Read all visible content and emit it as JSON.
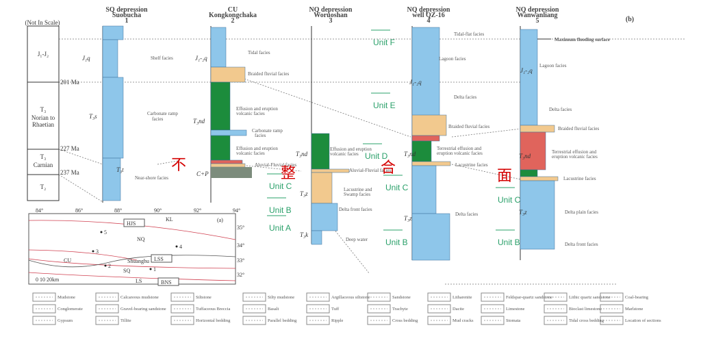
{
  "figure_label_b": "(b)",
  "scale_note": "(Not In Scale)",
  "time_scale": {
    "intervals": [
      "J₁-J₂",
      "T₃",
      "Norian to",
      "Rhaetian",
      "T₃",
      "Carnian",
      "T₂"
    ],
    "ages": [
      "201 Ma",
      "227 Ma",
      "237 Ma"
    ]
  },
  "columns": [
    {
      "region": "SQ depression",
      "name": "Suobucha",
      "number": "1"
    },
    {
      "region": "CU",
      "name": "Kongkongchaka",
      "number": "2"
    },
    {
      "region": "NQ depression",
      "name": "Woruoshan",
      "number": "3"
    },
    {
      "region": "NQ depression",
      "name": "well QZ-16",
      "number": "4"
    },
    {
      "region": "NQ depression",
      "name": "Wanwanliang",
      "number": "5"
    }
  ],
  "formations": [
    "J₁q",
    "T₃s",
    "T₃t",
    "J₁-₂q",
    "T₃nd",
    "C+P",
    "T₃nd",
    "T₃z",
    "T₃k",
    "J₁-₂q",
    "T₃nd",
    "T₃z",
    "J₁-₂q",
    "T₃nd",
    "T₃z"
  ],
  "facies": [
    "Shelf facies",
    "Carbonate ramp",
    "facies",
    "Near-shore facies",
    "Tidal facies",
    "Braided fluvial facies",
    "Effusion and eruption",
    "volcanic  facies",
    "Carbonate ramp",
    "facies",
    "Effusion and eruption",
    "volcanic  facies",
    "Aluvial-Fluvial facies",
    "Effusion and eruption",
    "volcanic  facies",
    "Aluvial-Fluvial facies",
    "Lacustrine and",
    "Swamp facies",
    "Delta front facies",
    "Deep water",
    "Tidal-flat facies",
    "Lagoon facies",
    "Delta facies",
    "Braided fluvial facies",
    "Terrestrial effusion and",
    "eruption volcanic  facies",
    "Lacustrine facies",
    "Delta  facies",
    "Maximum flooding surface",
    "Lagoon facies",
    "Delta facies",
    "Braided fluvial facies",
    "Terrestrial effusion and",
    "eruption volcanic  facies",
    "Lacustrine facies",
    "Delta plain facies",
    "Delta front facies"
  ],
  "units": [
    "Unit F",
    "Unit E",
    "Unit D",
    "Unit C",
    "Unit C",
    "Unit B",
    "Unit A",
    "Unit B",
    "Unit C",
    "Unit B"
  ],
  "overlay_characters": [
    "不",
    "整",
    "合",
    "面"
  ],
  "map": {
    "label": "(a)",
    "lon_ticks": [
      "84°",
      "86°",
      "88°",
      "90°",
      "92°",
      "94°"
    ],
    "lat_ticks": [
      "35°",
      "34°",
      "33°",
      "32°"
    ],
    "boxed_labels": [
      "HJS",
      "LSS",
      "BNS"
    ],
    "regions": [
      "KL",
      "NQ",
      "CU",
      "SQ",
      "LS"
    ],
    "sites": [
      "1",
      "2",
      "3",
      "4",
      "5"
    ],
    "town": "Shuanghu",
    "scale_bar": "0  10  20km"
  },
  "legend": [
    "Mudstone",
    "Calcareous mudstone",
    "Siltstone",
    "Silty mudstone",
    "Argillaceous siltstone",
    "Sandstone",
    "Litharenite",
    "Feldspar-quartz sandstone",
    "Lithic quartz sandstone",
    "Coal-bearing",
    "Conglomerate",
    "Gravel-bearing sandstone",
    "Tuffaceous Breccia",
    "Basalt",
    "Tuff",
    "Trachyte",
    "Dacite",
    "Limestone",
    "Bioclast limestone",
    "Marlstone",
    "Gypsum",
    "Tillite",
    "Horizontal bedding",
    "Parallel bedding",
    "Ripple",
    "Cross bedding",
    "Mud cracks",
    "Stomata",
    "Tidal cross bedding",
    "Location of sections"
  ],
  "colors": {
    "limestone": "#8ec6ea",
    "sandstone": "#f2c98e",
    "volcanic": "#1c8c3c",
    "dacite": "#e0645c",
    "unit_label": "#2aa06a",
    "overlay": "#d40000"
  }
}
